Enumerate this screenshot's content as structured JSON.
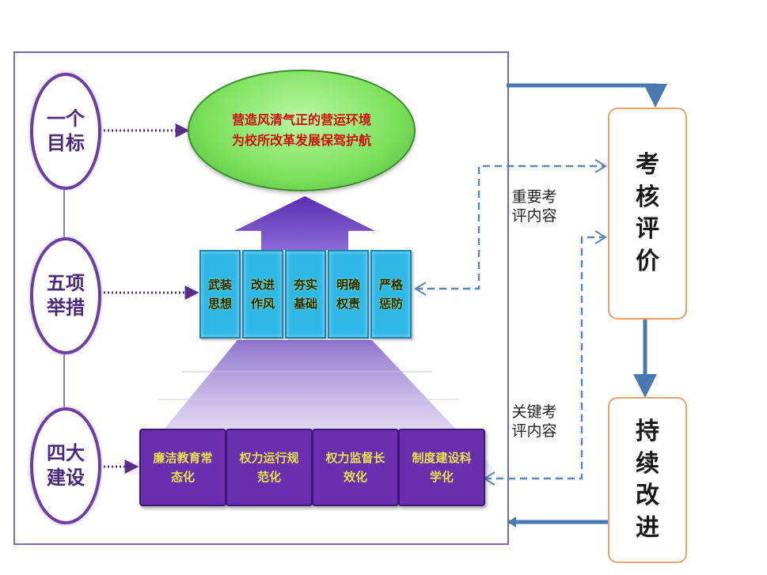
{
  "levels": [
    {
      "label": "一个目标"
    },
    {
      "label": "五项举措"
    },
    {
      "label": "四大建设"
    }
  ],
  "goal": {
    "line1": "营造风清气正的营运环境",
    "line2": "为校所改革发展保驾护航"
  },
  "measures": [
    {
      "label": "武装思想"
    },
    {
      "label": "改进作风"
    },
    {
      "label": "夯实基础"
    },
    {
      "label": "明确权责"
    },
    {
      "label": "严格惩防"
    }
  ],
  "constructions": [
    {
      "label": "廉洁教育常态化"
    },
    {
      "label": "权力运行规范化"
    },
    {
      "label": "权力监督长效化"
    },
    {
      "label": "制度建设科学化"
    }
  ],
  "evaluation": {
    "label": "考核评价"
  },
  "improvement": {
    "label": "持续改进"
  },
  "notes": {
    "important": "重要考评内容",
    "key": "关键考评内容"
  },
  "colors": {
    "frame": "#7a6aa8",
    "circle": "#6b3fa0",
    "goal_fill": "#7be05a",
    "goal_text": "#d10d0d",
    "tile_fill": "#2fb8e6",
    "box_fill": "#6a2fae",
    "box_text": "#e8e24a",
    "right_border": "#e8a36a",
    "arrow": "#4a78b0"
  }
}
